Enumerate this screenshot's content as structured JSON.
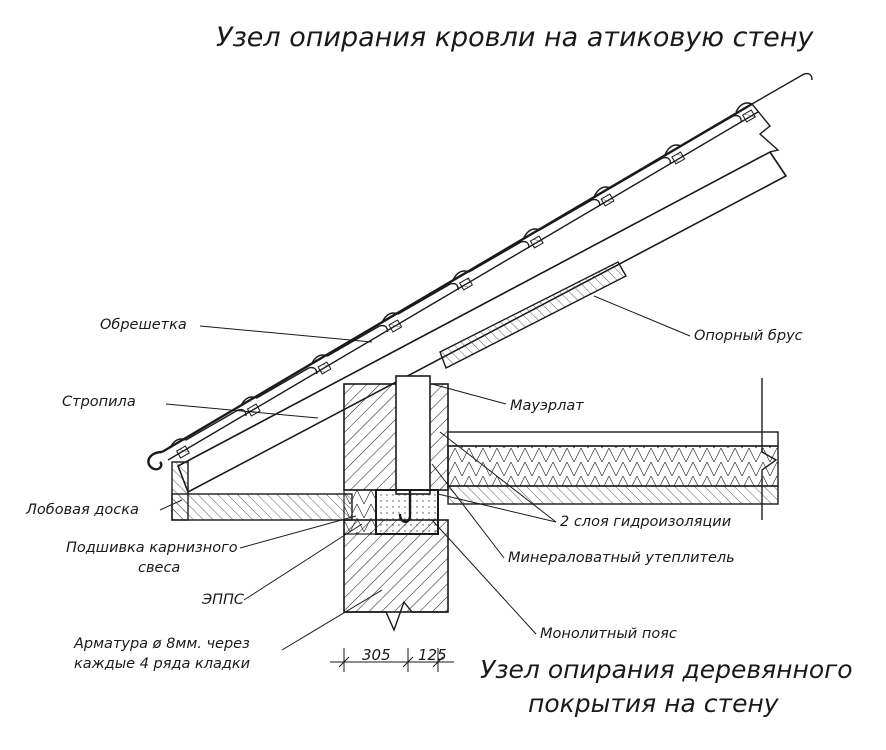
{
  "title": "Узел опирания кровли на атиковую стену",
  "subtitle_line1": "Узел опирания деревянного",
  "subtitle_line2": "покрытия на стену",
  "callouts": {
    "obreshetka": "Обрешетка",
    "stropila": "Стропила",
    "lobovaya": "Лобовая доска",
    "podshivka_1": "Подшивка карнизного",
    "podshivka_2": "свеса",
    "epps": "ЭППС",
    "armatura_1": "Арматура ø 8мм. через",
    "armatura_2": "каждые 4 ряда кладки",
    "opornyi": "Опорный брус",
    "mauerlat": "Мауэрлат",
    "gidro": "2 слоя гидроизоляции",
    "utepl": "Минераловатный утеплитель",
    "poyas": "Монолитный пояс"
  },
  "dimensions": {
    "d1": "305",
    "d2": "125"
  }
}
